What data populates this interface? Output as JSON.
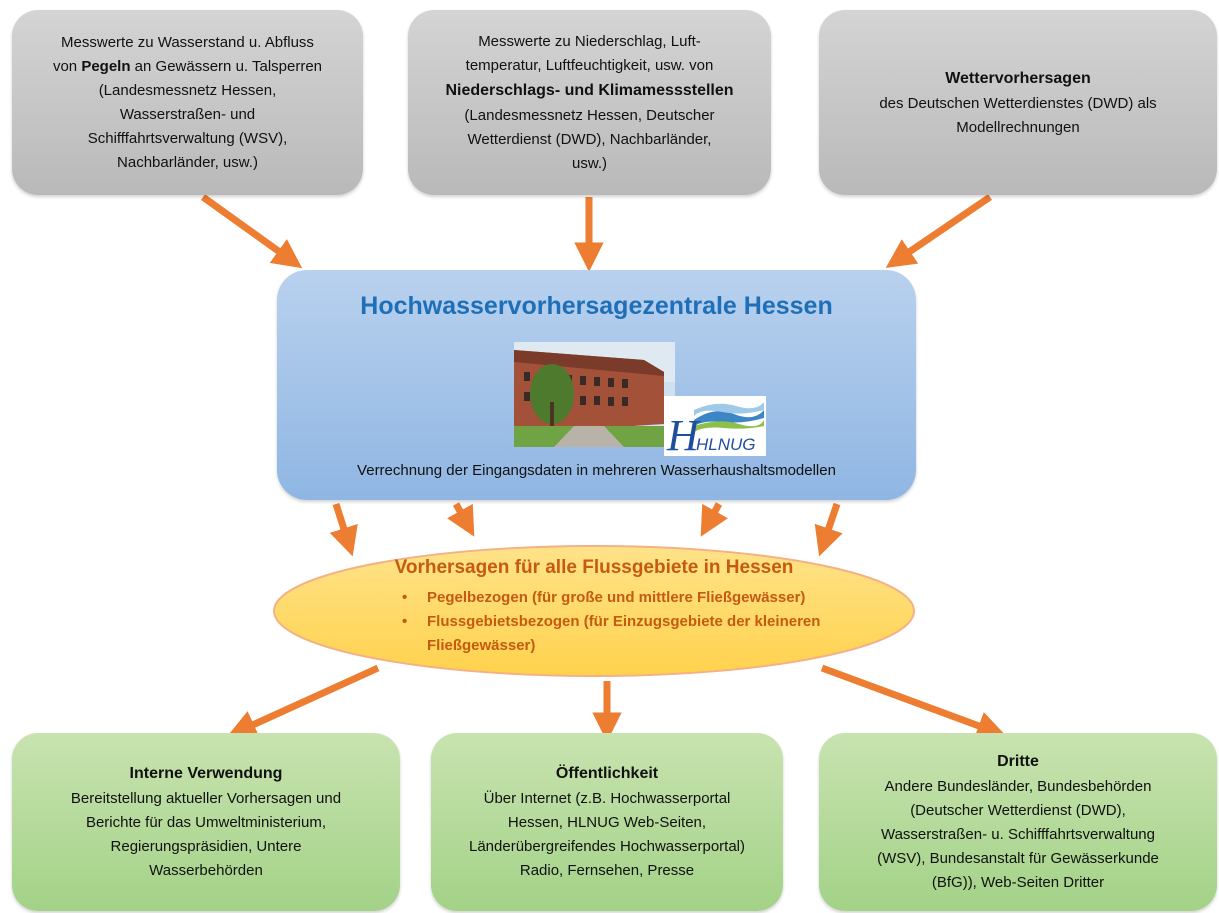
{
  "sources": [
    {
      "lines": [
        "Messwerte zu Wasserstand u. Abfluss",
        "von ",
        "Pegeln",
        " an Gewässern u. Talsperren",
        "(Landesmessnetz Hessen,",
        "Wasserstraßen- und",
        "Schifffahrtsverwaltung (WSV),",
        "Nachbarländer, usw.)"
      ]
    },
    {
      "lines": [
        "Messwerte zu Niederschlag, Luft-",
        "temperatur, Luftfeuchtigkeit, usw. von",
        "Niederschlags- und Klimamessstellen",
        "(Landesmessnetz Hessen, Deutscher",
        "Wetterdienst (DWD), Nachbarländer,",
        "usw.)"
      ]
    },
    {
      "title": "Wettervorhersagen",
      "lines": [
        "des Deutschen Wetterdienstes (DWD) als",
        "Modellrechnungen"
      ]
    }
  ],
  "center": {
    "title": "Hochwasservorhersagezentrale Hessen",
    "subtitle": "Verrechnung der Eingangsdaten in mehreren Wasserhaushaltsmodellen",
    "logo_text": "HLNUG"
  },
  "forecast": {
    "title": "Vorhersagen für alle Flussgebiete in Hessen",
    "bullets": [
      [
        "Pegelbezogen (für große und mittlere Fließgewässer)"
      ],
      [
        "Flussgebietsbezogen (für Einzugsgebiete der kleineren",
        "Fließgewässer)"
      ]
    ],
    "bullet_glyph": "•"
  },
  "outputs": [
    {
      "title": "Interne Verwendung",
      "lines": [
        "Bereitstellung aktueller Vorhersagen und",
        "Berichte für das Umweltministerium,",
        "Regierungspräsidien, Untere",
        "Wasserbehörden"
      ]
    },
    {
      "title": "Öffentlichkeit",
      "lines": [
        "Über Internet (z.B. Hochwasserportal",
        "Hessen, HLNUG Web-Seiten,",
        "Länderübergreifendes Hochwasserportal)",
        "Radio, Fernsehen, Presse"
      ]
    },
    {
      "title": "Dritte",
      "lines": [
        "Andere Bundesländer, Bundesbehörden",
        "(Deutscher Wetterdienst (DWD),",
        "Wasserstraßen- u. Schifffahrtsverwaltung",
        "(WSV), Bundesanstalt für Gewässerkunde",
        "(BfG)), Web-Seiten Dritter"
      ]
    }
  ],
  "colors": {
    "arrow": "#ed7d31",
    "title_blue": "#1f6fb8",
    "orange_text": "#c55a11",
    "ellipse_fill": "#ffd966",
    "ellipse_stroke": "#f4b183"
  },
  "icons": {
    "photo": "building-photo",
    "logo": "hlnug-logo"
  }
}
